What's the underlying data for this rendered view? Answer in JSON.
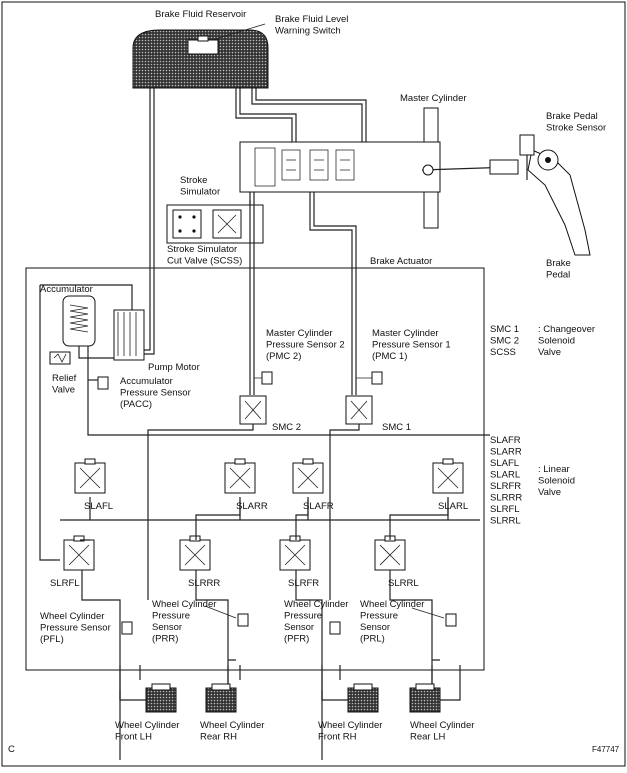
{
  "labels": {
    "reservoir": "Brake Fluid Reservoir",
    "level_switch": [
      "Brake Fluid Level",
      "Warning Switch"
    ],
    "master_cylinder": "Master Cylinder",
    "pedal_stroke_sensor": [
      "Brake Pedal",
      "Stroke Sensor"
    ],
    "stroke_simulator": [
      "Stroke",
      "Simulator"
    ],
    "scss": [
      "Stroke Simulator",
      "Cut Valve (SCSS)"
    ],
    "brake_actuator": "Brake Actuator",
    "brake_pedal": [
      "Brake",
      "Pedal"
    ],
    "accumulator": "Accumulator",
    "pump_motor": "Pump Motor",
    "relief_valve": [
      "Relief",
      "Valve"
    ],
    "pacc": [
      "Accumulator",
      "Pressure Sensor",
      "(PACC)"
    ],
    "pmc2": [
      "Master Cylinder",
      "Pressure Sensor 2",
      "(PMC 2)"
    ],
    "pmc1": [
      "Master Cylinder",
      "Pressure Sensor 1",
      "(PMC 1)"
    ],
    "smc2": "SMC 2",
    "smc1": "SMC 1",
    "upper_valves": [
      "SLAFL",
      "SLARR",
      "SLAFR",
      "SLARL"
    ],
    "lower_valves": [
      "SLRFL",
      "SLRRR",
      "SLRFR",
      "SLRRL"
    ],
    "wheel_sensors": [
      [
        "Wheel Cylinder",
        "Pressure Sensor",
        "(PFL)"
      ],
      [
        "Wheel Cylinder",
        "Pressure",
        "Sensor",
        "(PRR)"
      ],
      [
        "Wheel Cylinder",
        "Pressure",
        "Sensor",
        "(PFR)"
      ],
      [
        "Wheel Cylinder",
        "Pressure",
        "Sensor",
        "(PRL)"
      ]
    ],
    "wheels": [
      [
        "Wheel Cylinder",
        "Front LH"
      ],
      [
        "Wheel Cylinder",
        "Rear RH"
      ],
      [
        "Wheel Cylinder",
        "Front RH"
      ],
      [
        "Wheel Cylinder",
        "Rear LH"
      ]
    ],
    "legend_changeover_codes": [
      "SMC 1",
      "SMC 2",
      "SCSS"
    ],
    "legend_changeover_desc": [
      ": Changeover",
      "Solenoid",
      "Valve"
    ],
    "legend_linear_codes": [
      "SLAFR",
      "SLARR",
      "SLAFL",
      "SLARL",
      "SLRFR",
      "SLRRR",
      "SLRFL",
      "SLRRL"
    ],
    "legend_linear_desc": [
      ": Linear",
      "Solenoid",
      "Valve"
    ],
    "corner_letter": "C",
    "figure_id": "F47747"
  }
}
